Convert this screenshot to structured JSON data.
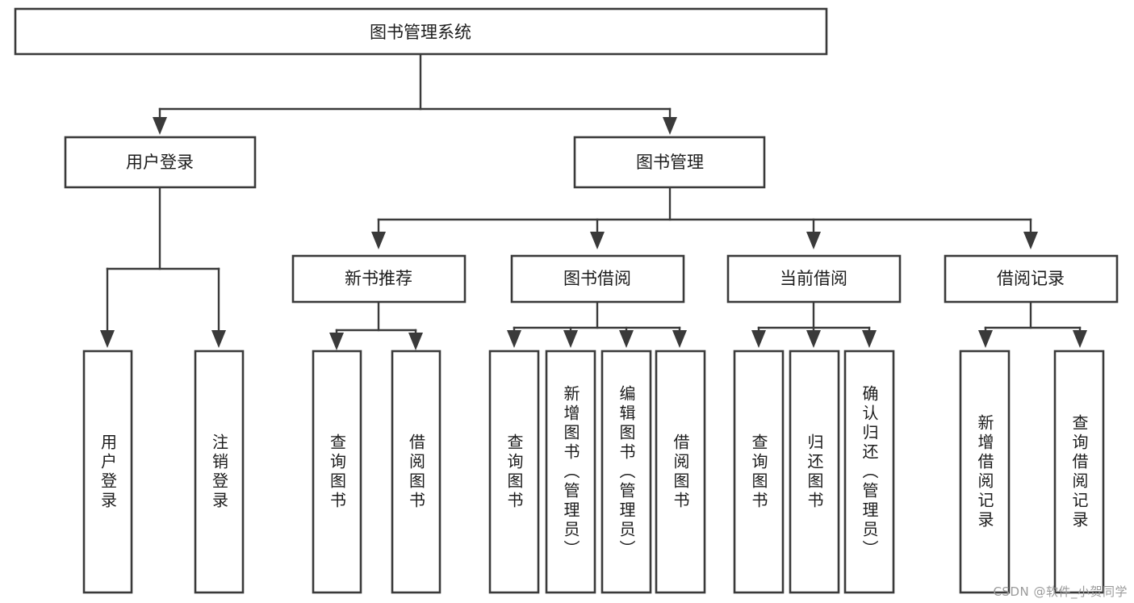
{
  "diagram": {
    "type": "tree-hierarchy",
    "title": "图书管理系统",
    "watermark": "CSDN @软件_小贺同学",
    "colors": {
      "background": "#ffffff",
      "box_stroke": "#3a3a3a",
      "box_fill": "#ffffff",
      "text": "#1c1c1c",
      "watermark_text": "#9b9b9b"
    },
    "levels": {
      "root": {
        "label": "图书管理系统"
      },
      "level2": [
        {
          "id": "user-login",
          "label": "用户登录"
        },
        {
          "id": "book-management",
          "label": "图书管理"
        }
      ],
      "level3": [
        {
          "id": "new-book-recommend",
          "label": "新书推荐"
        },
        {
          "id": "book-borrow",
          "label": "图书借阅"
        },
        {
          "id": "current-borrow",
          "label": "当前借阅"
        },
        {
          "id": "borrow-record",
          "label": "借阅记录"
        }
      ],
      "leaves": [
        {
          "id": "leaf-user-login",
          "label": "用户登录",
          "parent": "user-login"
        },
        {
          "id": "leaf-logout-login",
          "label": "注销登录",
          "parent": "user-login"
        },
        {
          "id": "leaf-query-book-1",
          "label": "查询图书",
          "parent": "new-book-recommend"
        },
        {
          "id": "leaf-borrow-book-1",
          "label": "借阅图书",
          "parent": "new-book-recommend"
        },
        {
          "id": "leaf-query-book-2",
          "label": "查询图书",
          "parent": "book-borrow"
        },
        {
          "id": "leaf-add-book",
          "label": "新增图书（管理员）",
          "parent": "book-borrow"
        },
        {
          "id": "leaf-edit-book",
          "label": "编辑图书（管理员）",
          "parent": "book-borrow"
        },
        {
          "id": "leaf-borrow-book-2",
          "label": "借阅图书",
          "parent": "book-borrow"
        },
        {
          "id": "leaf-query-book-3",
          "label": "查询图书",
          "parent": "current-borrow"
        },
        {
          "id": "leaf-return-book",
          "label": "归还图书",
          "parent": "current-borrow"
        },
        {
          "id": "leaf-confirm-return",
          "label": "确认归还（管理员）",
          "parent": "current-borrow"
        },
        {
          "id": "leaf-add-record",
          "label": "新增借阅记录",
          "parent": "borrow-record"
        },
        {
          "id": "leaf-query-record",
          "label": "查询借阅记录",
          "parent": "borrow-record"
        }
      ]
    }
  }
}
